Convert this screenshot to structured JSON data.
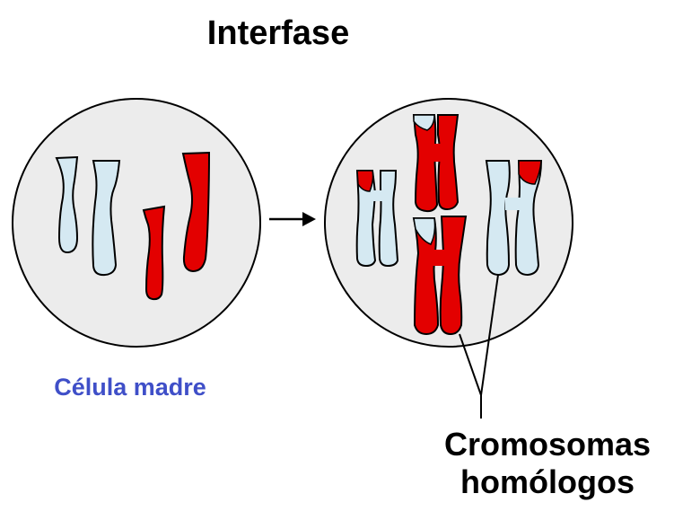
{
  "title": "Interfase",
  "cell_label": "Célula madre",
  "homologs_label": {
    "line1": "Cromosomas",
    "line2": "homólogos"
  },
  "colors": {
    "cell_fill": "#ececec",
    "outline": "#000000",
    "chromosome_light": "#d5e9f2",
    "chromosome_red": "#e30000",
    "cell_label_text": "#3f4fc8",
    "title_text": "#000000"
  },
  "icons": {
    "arrow": "right-arrow-icon"
  }
}
